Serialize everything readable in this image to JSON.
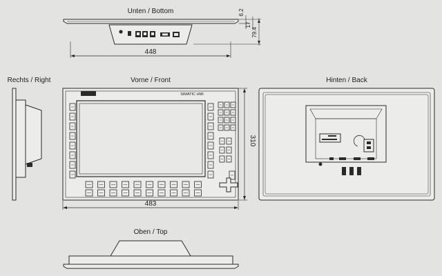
{
  "views": {
    "bottom": {
      "title": "Unten / Bottom",
      "width_dim": "448",
      "dims_right": [
        "6.2",
        "17",
        "79.4"
      ]
    },
    "right": {
      "title": "Rechts / Right"
    },
    "front": {
      "title": "Vorne / Front",
      "width_dim": "483",
      "height_dim": "310",
      "brand": "SIMATIC HMI"
    },
    "back": {
      "title": "Hinten / Back"
    },
    "top": {
      "title": "Oben / Top"
    }
  },
  "colors": {
    "line": "#2a2a2a",
    "background": "#e3e3e1",
    "panel": "#ececea",
    "screen": "#e8e8e6"
  }
}
